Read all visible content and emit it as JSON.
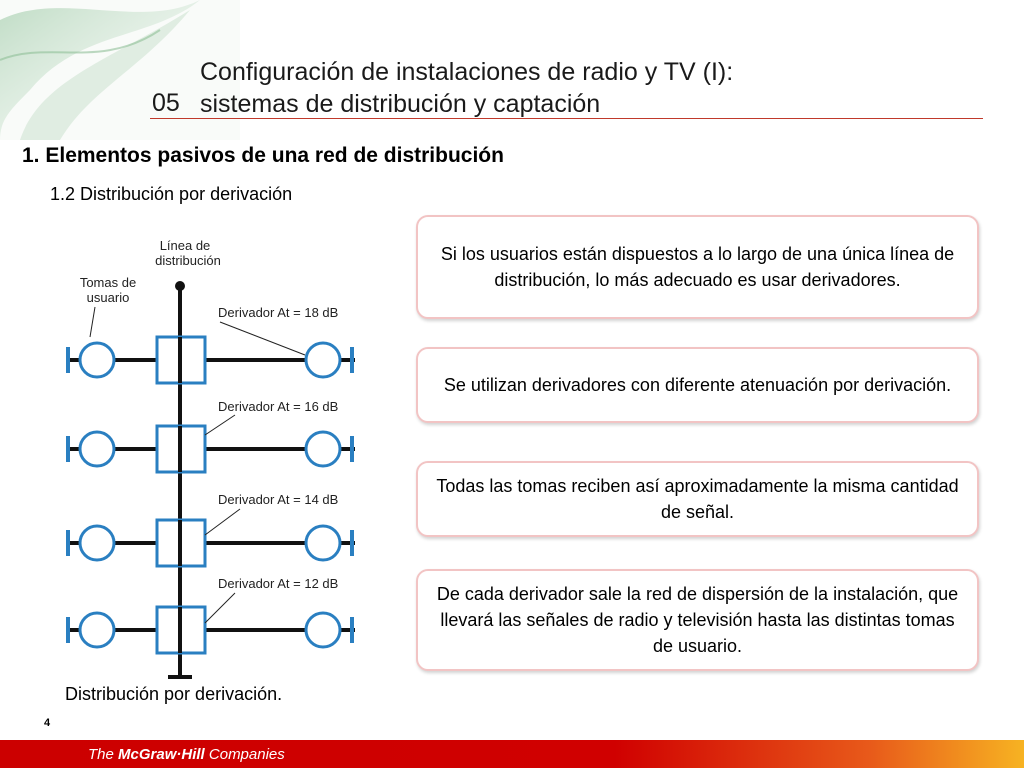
{
  "header": {
    "chapter_number": "05",
    "title_line1": "Configuración de instalaciones de radio y TV (I):",
    "title_line2": "sistemas de distribución y captación"
  },
  "section": {
    "heading": "1. Elementos pasivos de una red de distribución",
    "subheading": "1.2 Distribución por derivación"
  },
  "diagram": {
    "label_linea": [
      "Línea de",
      "distribución"
    ],
    "label_tomas": [
      "Tomas de",
      "usuario"
    ],
    "derivadores": [
      "Derivador At = 18 dB",
      "Derivador At = 16 dB",
      "Derivador At = 14 dB",
      "Derivador At = 12 dB"
    ],
    "caption": "Distribución por derivación."
  },
  "callouts": [
    "Si los usuarios están dispuestos a lo largo de una única línea de distribución, lo más adecuado es usar derivadores.",
    "Se utilizan derivadores con diferente atenuación por derivación.",
    "Todas las tomas reciben así aproximadamente la misma cantidad de señal.",
    "De cada derivador sale la red de dispersión de la instalación, que llevará las señales de radio y televisión hasta las distintas tomas de usuario."
  ],
  "page_number": "4",
  "footer": {
    "brand_prefix": "The",
    "brand_name": "McGraw·Hill",
    "brand_suffix": "Companies"
  },
  "colors": {
    "accent_red": "#cc0000",
    "diagram_blue": "#2a7fc1",
    "callout_border": "#f2c4c4"
  }
}
